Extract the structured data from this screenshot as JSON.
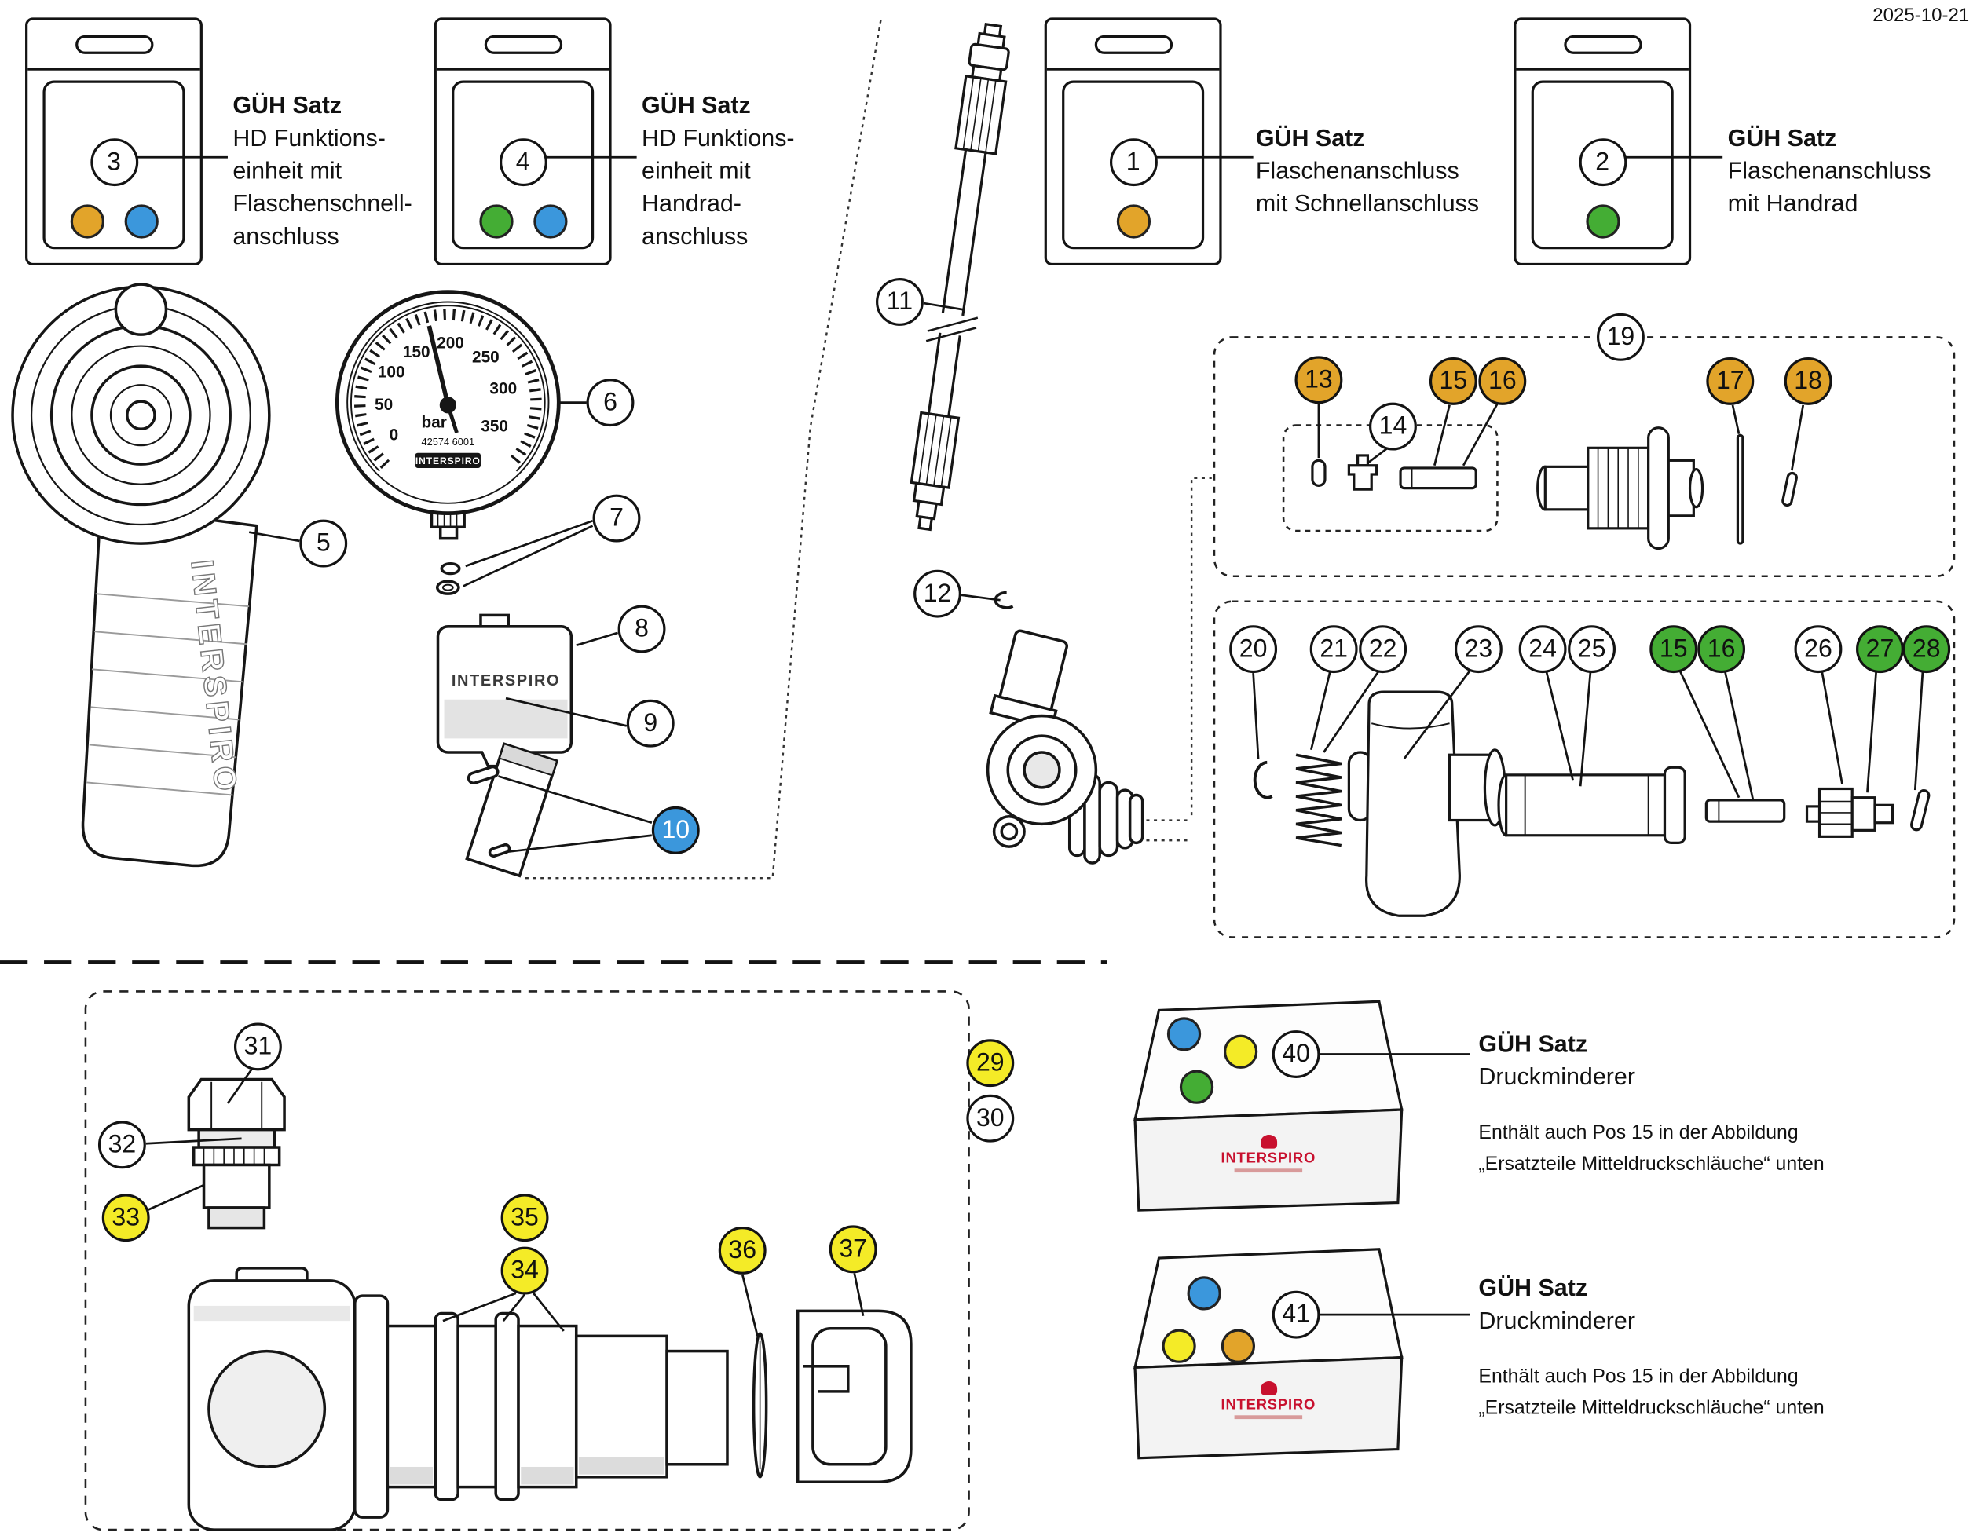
{
  "date": "2025-10-21",
  "colors": {
    "orange": "#E2A42A",
    "blue": "#3B97DC",
    "green": "#44AD34",
    "yellow": "#F4EB27",
    "red": "#C8102E",
    "ink": "#111111"
  },
  "packages": [
    {
      "num": "3",
      "title": "GÜH Satz",
      "desc": "HD Funktions-\neinheit mit\nFlaschenschnell-\nanschluss",
      "dots": [
        "orange",
        "blue"
      ]
    },
    {
      "num": "4",
      "title": "GÜH Satz",
      "desc": "HD Funktions-\neinheit mit\nHandrad-\nanschluss",
      "dots": [
        "green",
        "blue"
      ]
    },
    {
      "num": "1",
      "title": "GÜH Satz",
      "desc": "Flaschenanschluss\nmit Schnellanschluss",
      "dots": [
        "orange"
      ]
    },
    {
      "num": "2",
      "title": "GÜH Satz",
      "desc": "Flaschenanschluss\nmit Handrad",
      "dots": [
        "green"
      ]
    }
  ],
  "kits": [
    {
      "title": "GÜH Satz",
      "subtitle": "Druckminderer",
      "note": "Enthält auch Pos 15 in der Abbildung\n„Ersatzteile Mitteldruckschläuche“ unten",
      "logo": "INTERSPIRO",
      "dots": [
        "blue",
        "yellow",
        "green"
      ]
    },
    {
      "title": "GÜH Satz",
      "subtitle": "Druckminderer",
      "note": "Enthält auch Pos 15 in der Abbildung\n„Ersatzteile Mitteldruckschläuche“ unten",
      "logo": "INTERSPIRO",
      "dots": [
        "blue",
        "yellow",
        "orange"
      ]
    }
  ],
  "gauge": {
    "labels": [
      "0",
      "50",
      "100",
      "150",
      "200",
      "250",
      "300",
      "350"
    ],
    "unit": "bar",
    "serial": "42574 6001",
    "brand": "INTERSPIRO"
  },
  "brands": {
    "handwheel": "INTERSPIRO",
    "block": "INTERSPIRO"
  },
  "callouts": {
    "c5": {
      "label": "5",
      "color": "white"
    },
    "c6": {
      "label": "6",
      "color": "white"
    },
    "c7": {
      "label": "7",
      "color": "white"
    },
    "c8": {
      "label": "8",
      "color": "white"
    },
    "c9": {
      "label": "9",
      "color": "white"
    },
    "c10": {
      "label": "10",
      "color": "blue"
    },
    "c11": {
      "label": "11",
      "color": "white"
    },
    "c12": {
      "label": "12",
      "color": "white"
    },
    "c13": {
      "label": "13",
      "color": "orange"
    },
    "c14": {
      "label": "14",
      "color": "white"
    },
    "c15o": {
      "label": "15",
      "color": "orange"
    },
    "c16o": {
      "label": "16",
      "color": "orange"
    },
    "c17": {
      "label": "17",
      "color": "orange"
    },
    "c18": {
      "label": "18",
      "color": "orange"
    },
    "c19": {
      "label": "19",
      "color": "white"
    },
    "c20": {
      "label": "20",
      "color": "white"
    },
    "c21": {
      "label": "21",
      "color": "white"
    },
    "c22": {
      "label": "22",
      "color": "white"
    },
    "c23": {
      "label": "23",
      "color": "white"
    },
    "c24": {
      "label": "24",
      "color": "white"
    },
    "c25": {
      "label": "25",
      "color": "white"
    },
    "c15g": {
      "label": "15",
      "color": "green"
    },
    "c16g": {
      "label": "16",
      "color": "green"
    },
    "c26": {
      "label": "26",
      "color": "white"
    },
    "c27": {
      "label": "27",
      "color": "green"
    },
    "c28": {
      "label": "28",
      "color": "green"
    },
    "c29": {
      "label": "29",
      "color": "yellow"
    },
    "c30": {
      "label": "30",
      "color": "white"
    },
    "c31": {
      "label": "31",
      "color": "white"
    },
    "c32": {
      "label": "32",
      "color": "white"
    },
    "c33": {
      "label": "33",
      "color": "yellow"
    },
    "c34": {
      "label": "34",
      "color": "yellow"
    },
    "c35": {
      "label": "35",
      "color": "yellow"
    },
    "c36": {
      "label": "36",
      "color": "yellow"
    },
    "c37": {
      "label": "37",
      "color": "yellow"
    },
    "c40": {
      "label": "40",
      "color": "white"
    },
    "c41": {
      "label": "41",
      "color": "white"
    }
  }
}
